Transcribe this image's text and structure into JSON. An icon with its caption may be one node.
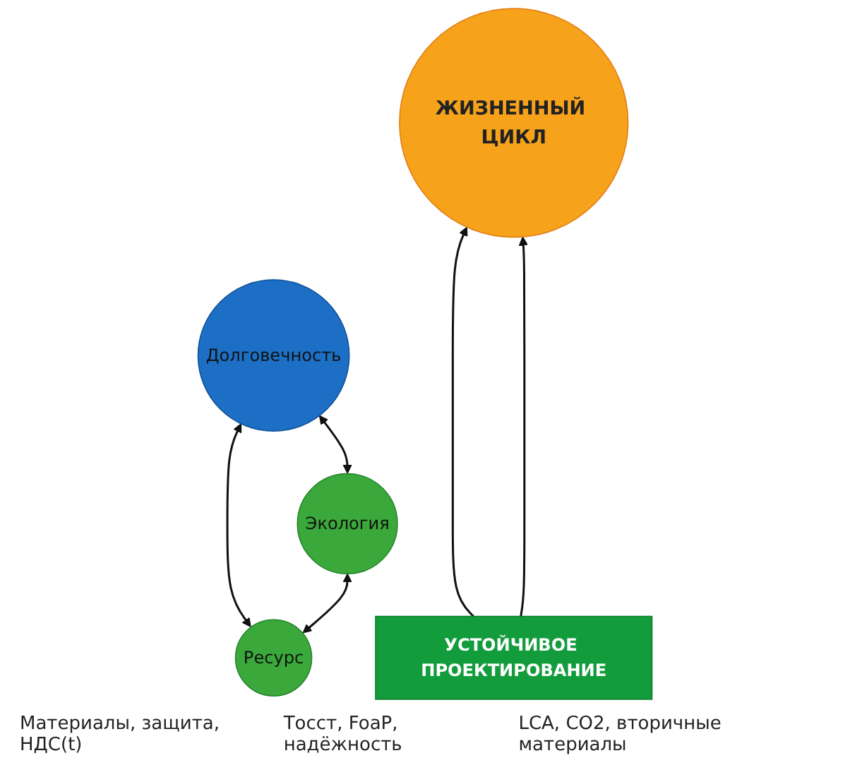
{
  "diagram": {
    "nodes": [
      {
        "text": [
          "ЖИЗНЕННЫЙ ЦИКЛ"
        ]
      },
      {
        "text": [
          "Долговечность"
        ]
      },
      {
        "text": [
          "Ресурс"
        ]
      },
      {
        "text": [
          "Экология"
        ]
      },
      {
        "text": [
          "УСТОЙЧИВОЕ ПРОЕКТИРОВАНИЕ"
        ]
      }
    ],
    "edges": [
      {
        "from": 4,
        "to": 0,
        "arrow": "to"
      },
      {
        "from": 4,
        "to": 0,
        "arrow": "to"
      },
      {
        "from": 2,
        "to": 1,
        "arrow": "both"
      },
      {
        "from": 3,
        "to": 1,
        "arrow": "both"
      },
      {
        "from": 2,
        "to": 3,
        "arrow": "both"
      }
    ],
    "labels": [
      "Материалы, защита, НДС(t)",
      "Тосст, FoaP, надёжность",
      "LCA, CO2, вторичные материалы"
    ]
  }
}
